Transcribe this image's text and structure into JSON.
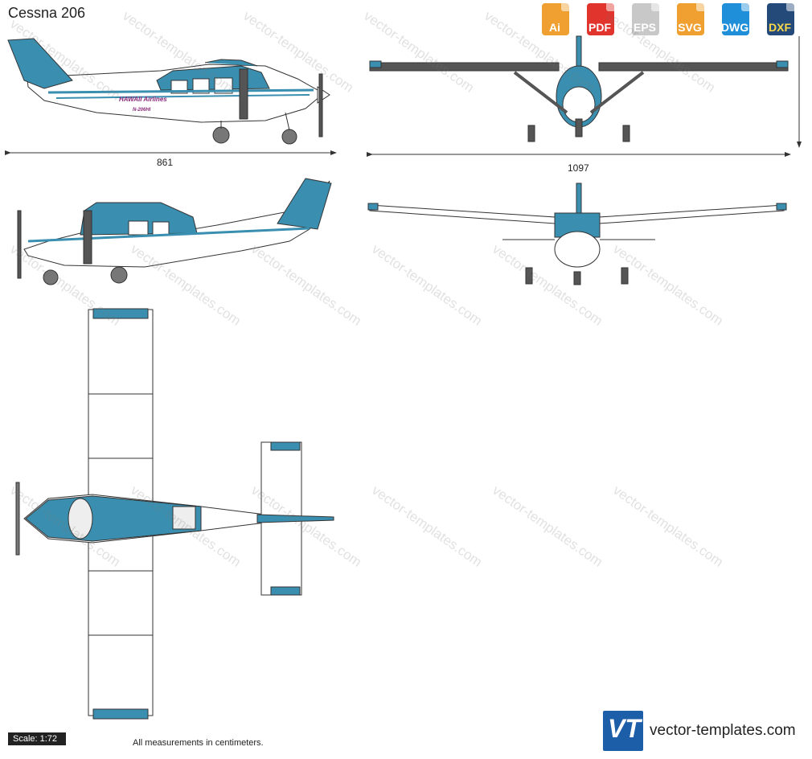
{
  "title": "Cessna 206",
  "formats": [
    {
      "label": "Ai",
      "color": "#f0a030"
    },
    {
      "label": "PDF",
      "color": "#e0342c"
    },
    {
      "label": "EPS",
      "color": "#c8c8c8"
    },
    {
      "label": "SVG",
      "color": "#f0a030"
    },
    {
      "label": "DWG",
      "color": "#1e8fd8"
    },
    {
      "label": "DXF",
      "color": "#234a78"
    }
  ],
  "dimensions": {
    "length": "861",
    "wingspan": "1097"
  },
  "livery": {
    "airline": "HAWAII Airlines",
    "registration": "N-206HI"
  },
  "colors": {
    "accent": "#3a8fb0",
    "outline": "#333333",
    "strut": "#555555"
  },
  "footer": {
    "scale": "Scale: 1:72",
    "note": "All measurements in centimeters.",
    "brand": "vector-templates.com",
    "logo": "VT"
  },
  "watermark": "vector-templates.com"
}
